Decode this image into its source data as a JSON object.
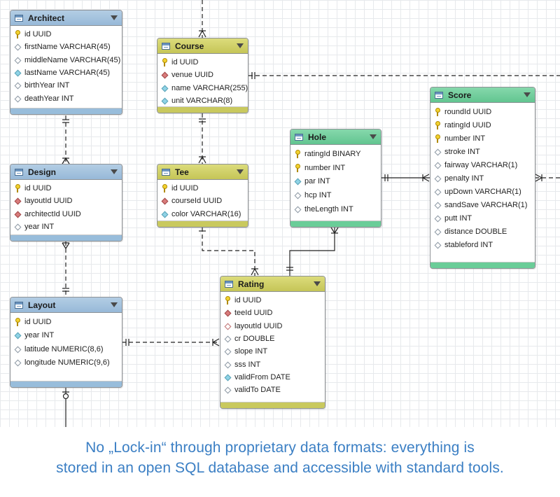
{
  "tables": {
    "architect": {
      "name": "Architect",
      "columns": [
        {
          "text": "id UUID",
          "icon": "key-icon"
        },
        {
          "text": "firstName VARCHAR(45)",
          "icon": "nullable-column-icon"
        },
        {
          "text": "middleName VARCHAR(45)",
          "icon": "nullable-column-icon"
        },
        {
          "text": "lastName VARCHAR(45)",
          "icon": "column-icon"
        },
        {
          "text": "birthYear INT",
          "icon": "nullable-column-icon"
        },
        {
          "text": "deathYear INT",
          "icon": "nullable-column-icon"
        }
      ]
    },
    "course": {
      "name": "Course",
      "columns": [
        {
          "text": "id UUID",
          "icon": "key-icon"
        },
        {
          "text": "venue UUID",
          "icon": "foreign-key-icon"
        },
        {
          "text": "name VARCHAR(255)",
          "icon": "column-icon"
        },
        {
          "text": "unit VARCHAR(8)",
          "icon": "column-icon"
        }
      ]
    },
    "design": {
      "name": "Design",
      "columns": [
        {
          "text": "id UUID",
          "icon": "key-icon"
        },
        {
          "text": "layoutId UUID",
          "icon": "foreign-key-icon"
        },
        {
          "text": "architectId UUID",
          "icon": "foreign-key-icon"
        },
        {
          "text": "year INT",
          "icon": "nullable-column-icon"
        }
      ]
    },
    "tee": {
      "name": "Tee",
      "columns": [
        {
          "text": "id UUID",
          "icon": "key-icon"
        },
        {
          "text": "courseId UUID",
          "icon": "foreign-key-icon"
        },
        {
          "text": "color VARCHAR(16)",
          "icon": "column-icon"
        }
      ]
    },
    "hole": {
      "name": "Hole",
      "columns": [
        {
          "text": "ratingId BINARY",
          "icon": "key-icon"
        },
        {
          "text": "number INT",
          "icon": "key-icon"
        },
        {
          "text": "par INT",
          "icon": "column-icon"
        },
        {
          "text": "hcp INT",
          "icon": "nullable-column-icon"
        },
        {
          "text": "theLength INT",
          "icon": "nullable-column-icon"
        }
      ]
    },
    "score": {
      "name": "Score",
      "columns": [
        {
          "text": "roundId UUID",
          "icon": "key-icon"
        },
        {
          "text": "ratingId UUID",
          "icon": "key-icon"
        },
        {
          "text": "number INT",
          "icon": "key-icon"
        },
        {
          "text": "stroke INT",
          "icon": "nullable-column-icon"
        },
        {
          "text": "fairway VARCHAR(1)",
          "icon": "nullable-column-icon"
        },
        {
          "text": "penalty INT",
          "icon": "nullable-column-icon"
        },
        {
          "text": "upDown VARCHAR(1)",
          "icon": "nullable-column-icon"
        },
        {
          "text": "sandSave VARCHAR(1)",
          "icon": "nullable-column-icon"
        },
        {
          "text": "putt INT",
          "icon": "nullable-column-icon"
        },
        {
          "text": "distance DOUBLE",
          "icon": "nullable-column-icon"
        },
        {
          "text": "stableford INT",
          "icon": "nullable-column-icon"
        }
      ]
    },
    "layout": {
      "name": "Layout",
      "columns": [
        {
          "text": "id UUID",
          "icon": "key-icon"
        },
        {
          "text": "year INT",
          "icon": "column-icon"
        },
        {
          "text": "latitude NUMERIC(8,6)",
          "icon": "nullable-column-icon"
        },
        {
          "text": "longitude NUMERIC(9,6)",
          "icon": "nullable-column-icon"
        }
      ]
    },
    "rating": {
      "name": "Rating",
      "columns": [
        {
          "text": "id UUID",
          "icon": "key-icon"
        },
        {
          "text": "teeId UUID",
          "icon": "foreign-key-icon"
        },
        {
          "text": "layoutId UUID",
          "icon": "nullable-foreign-key-icon"
        },
        {
          "text": "cr DOUBLE",
          "icon": "nullable-column-icon"
        },
        {
          "text": "slope INT",
          "icon": "nullable-column-icon"
        },
        {
          "text": "sss INT",
          "icon": "nullable-column-icon"
        },
        {
          "text": "validFrom DATE",
          "icon": "column-icon"
        },
        {
          "text": "validTo DATE",
          "icon": "nullable-column-icon"
        }
      ]
    }
  },
  "caption": {
    "line1": "No „Lock-in“ through proprietary data formats: everything is",
    "line2": "stored in an open SQL database and accessible with standard tools."
  },
  "colors": {
    "blue_header": "#97b9d8",
    "yellow_header": "#c5c557",
    "green_header": "#62c590",
    "caption_text": "#3b7fc4",
    "relationship_line": "#222222"
  }
}
